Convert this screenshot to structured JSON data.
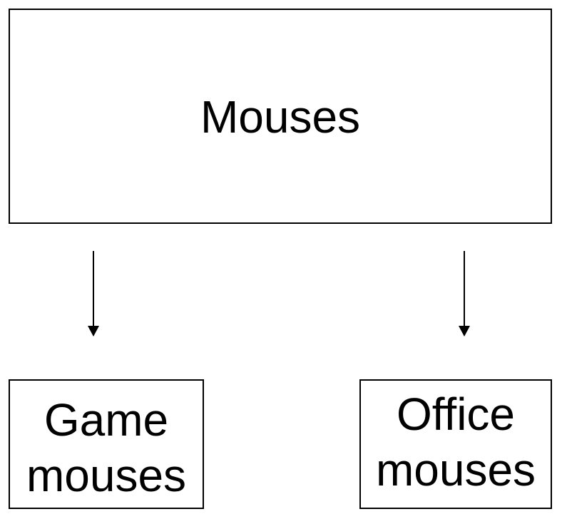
{
  "diagram": {
    "root": {
      "label": "Mouses"
    },
    "children": [
      {
        "label": "Game\nmouses"
      },
      {
        "label": "Office\nmouses"
      }
    ],
    "colors": {
      "stroke": "#000000",
      "fill": "#ffffff",
      "text": "#000000"
    }
  }
}
